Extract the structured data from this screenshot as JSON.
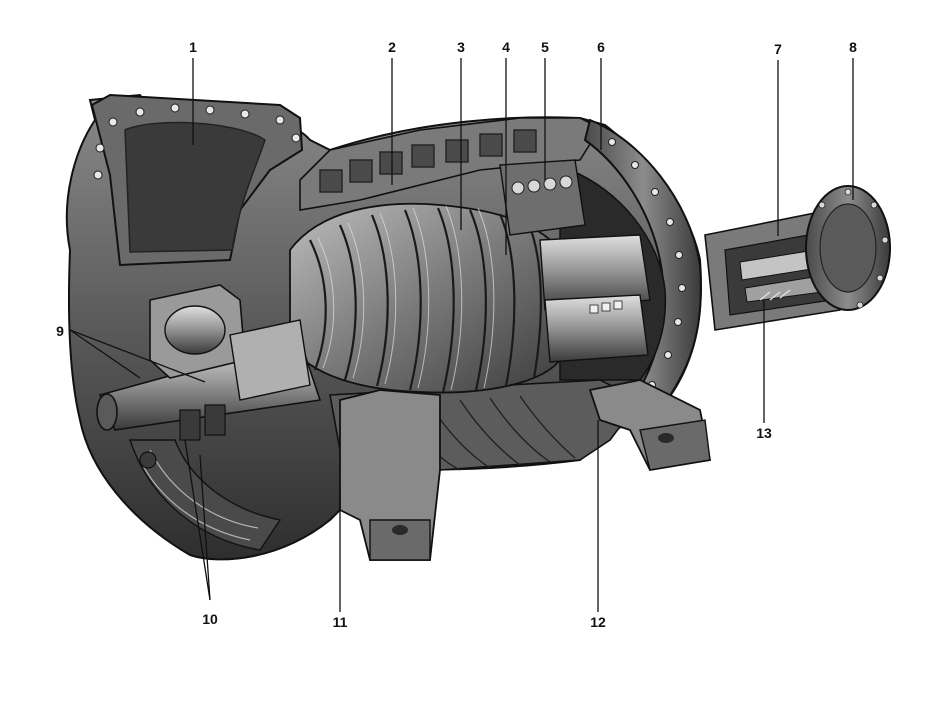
{
  "callouts": [
    {
      "id": "1",
      "label": "1"
    },
    {
      "id": "2",
      "label": "2"
    },
    {
      "id": "3",
      "label": "3"
    },
    {
      "id": "4",
      "label": "4"
    },
    {
      "id": "5",
      "label": "5"
    },
    {
      "id": "6",
      "label": "6"
    },
    {
      "id": "7",
      "label": "7"
    },
    {
      "id": "8",
      "label": "8"
    },
    {
      "id": "9",
      "label": "9"
    },
    {
      "id": "10",
      "label": "10"
    },
    {
      "id": "11",
      "label": "11"
    },
    {
      "id": "12",
      "label": "12"
    },
    {
      "id": "13",
      "label": "13"
    }
  ],
  "colors": {
    "ink": "#111111",
    "casting_dark": "#3a3a3a",
    "casting_mid": "#6e6e6e",
    "casting_light": "#a8a8a8",
    "highlight": "#d8d8d8"
  }
}
